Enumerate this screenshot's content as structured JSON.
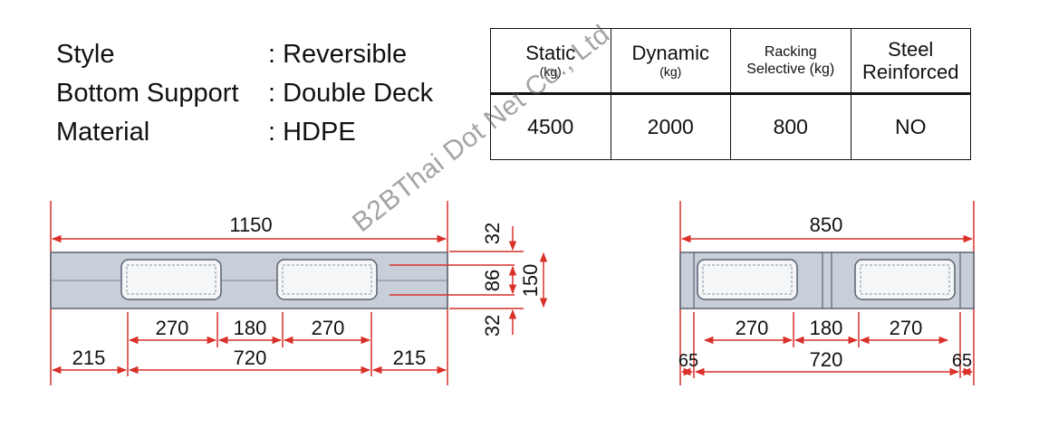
{
  "specs": {
    "style": {
      "label": "Style",
      "value": ": Reversible"
    },
    "bottom_support": {
      "label": "Bottom Support",
      "value": ": Double Deck"
    },
    "material": {
      "label": "Material",
      "value": ": HDPE"
    }
  },
  "capacity_table": {
    "headers": {
      "static": {
        "title": "Static",
        "unit": "(kg)"
      },
      "dynamic": {
        "title": "Dynamic",
        "unit": "(kg)"
      },
      "racking": {
        "line1": "Racking",
        "line2": "Selective (kg)"
      },
      "steel": {
        "line1": "Steel",
        "line2": "Reinforced"
      }
    },
    "values": {
      "static": "4500",
      "dynamic": "2000",
      "racking": "800",
      "steel": "NO"
    }
  },
  "side_view": {
    "overall": "1150",
    "openings": [
      "270",
      "180",
      "270"
    ],
    "bottom": [
      "215",
      "720",
      "215"
    ],
    "height": {
      "top": "32",
      "middle": "86",
      "total": "150",
      "bottom": "32"
    }
  },
  "end_view": {
    "overall": "850",
    "openings": [
      "270",
      "180",
      "270"
    ],
    "bottom": [
      "65",
      "720",
      "65"
    ]
  },
  "watermark": "B2BThai Dot Net Co., Ltd",
  "colors": {
    "dimension": "#d9302a",
    "pallet_fill": "#c9cfd8",
    "pallet_edge": "#5a6270",
    "text": "#111111"
  }
}
